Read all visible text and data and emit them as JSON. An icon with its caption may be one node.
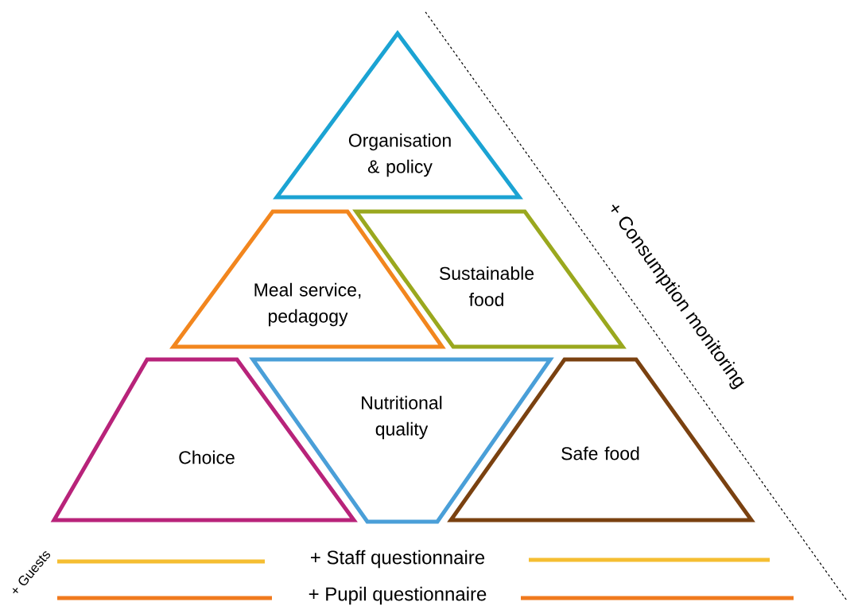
{
  "diagram": {
    "nodes": [
      {
        "text": [
          "Organisation & policy"
        ]
      },
      {
        "text": [
          "Meal service, pedagogy"
        ]
      },
      {
        "text": [
          "Sustainable food"
        ]
      },
      {
        "text": [
          "Choice"
        ]
      },
      {
        "text": [
          "Nutritional quality"
        ]
      },
      {
        "text": [
          "Safe food"
        ]
      }
    ],
    "labels": [
      "+ Consumption monitoring",
      "+ Guests",
      "+ Staff questionnaire",
      "+ Pupil questionnaire"
    ]
  }
}
